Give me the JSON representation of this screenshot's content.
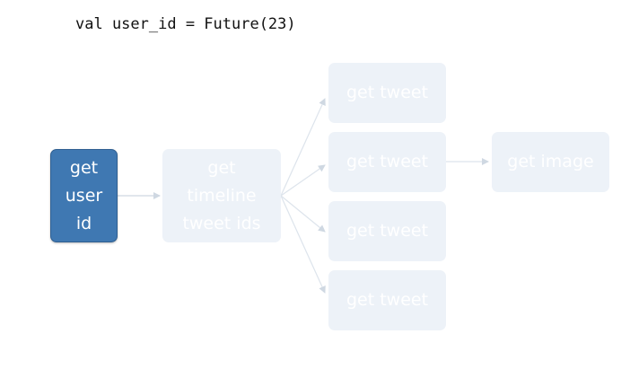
{
  "code": {
    "text": "val user_id = Future(23)"
  },
  "nodes": {
    "get_user_id": "get\nuser\nid",
    "get_timeline": "get\ntimeline\ntweet ids",
    "get_tweet_1": "get tweet",
    "get_tweet_2": "get tweet",
    "get_tweet_3": "get tweet",
    "get_tweet_4": "get tweet",
    "get_image": "get image"
  },
  "colors": {
    "active_fill": "#3f78b2",
    "faded_fill": "#edf2f8",
    "arrow_active": "#b9c6d3",
    "arrow_faded": "#dde4ec"
  }
}
